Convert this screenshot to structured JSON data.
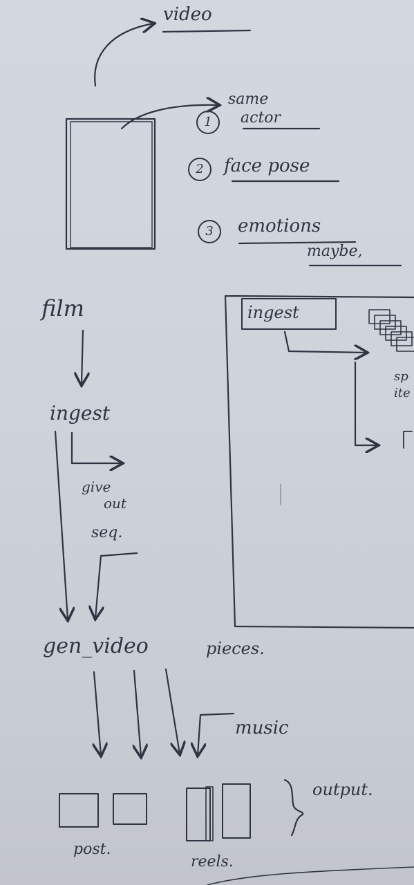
{
  "labels": {
    "video": "video",
    "same": "same",
    "actor": "actor",
    "face_pose": "face pose",
    "emotions": "emotions",
    "maybe": "maybe,",
    "film": "film",
    "ingest": "ingest",
    "give": "give",
    "out": "out",
    "seq": "seq.",
    "gen_video": "gen_video",
    "pieces": "pieces.",
    "music": "music",
    "output": "output.",
    "post": "post.",
    "reels": "reels.",
    "ingest_box": "ingest",
    "sp1": "sp",
    "sp2": "ite"
  },
  "numbers": [
    "1",
    "2",
    "3"
  ],
  "colors": {
    "ink": "#2f3442",
    "paper": "#cfd4db"
  }
}
